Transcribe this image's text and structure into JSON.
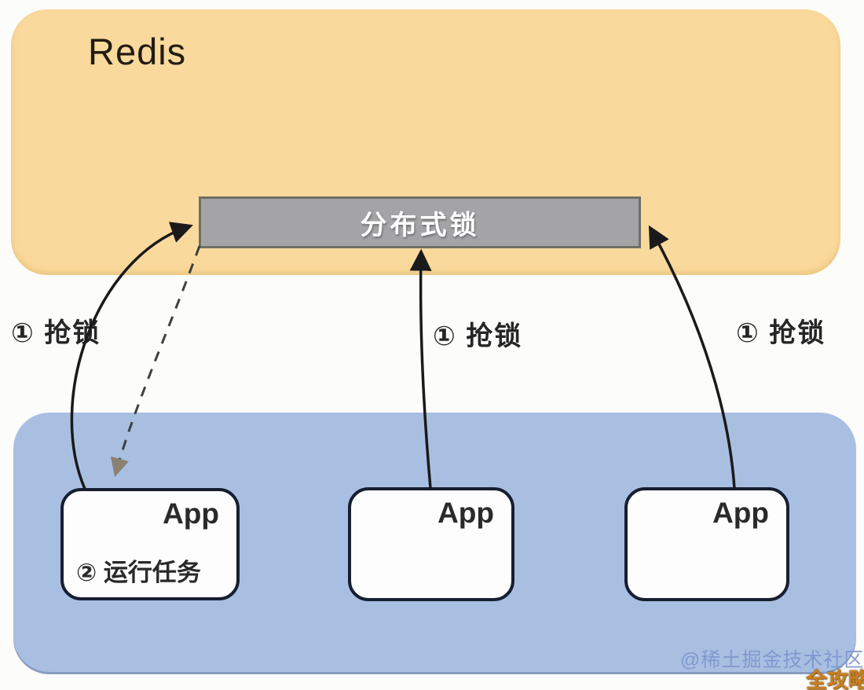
{
  "redis": {
    "label": "Redis"
  },
  "lock": {
    "label": "分布式锁"
  },
  "apps": [
    {
      "label": "App",
      "task": "② 运行任务"
    },
    {
      "label": "App"
    },
    {
      "label": "App"
    }
  ],
  "arrow_labels": {
    "left": "① 抢锁",
    "middle": "① 抢锁",
    "right": "① 抢锁"
  },
  "watermark": {
    "handle": "@稀土掘金技术社区",
    "badge": "全攻略"
  },
  "colors": {
    "redis_fill": "#FAD99C",
    "apps_fill": "#A9BFE2",
    "lock_fill": "#A4A4A6",
    "lock_border": "#6F6F66",
    "lock_text": "#FFFFFF",
    "app_border": "#161F31",
    "arrow": "#1A1A1A",
    "dashed_arrow": "#3F3F3F",
    "dashed_arrowhead": "#8B8170",
    "watermark_handle": "#7D96CC",
    "watermark_badge": "#C8801F"
  }
}
